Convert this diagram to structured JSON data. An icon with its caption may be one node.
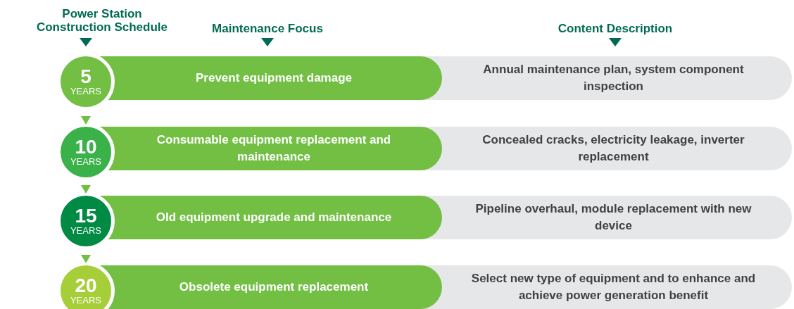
{
  "diagram": {
    "nodes": [
      {
        "text": [
          "5",
          "YEARS"
        ]
      },
      {
        "text": [
          "Prevent equipment damage"
        ]
      },
      {
        "text": [
          "Annual maintenance plan, system component inspection"
        ]
      },
      {
        "text": [
          "10",
          "YEARS"
        ]
      },
      {
        "text": [
          "Consumable equipment replacement and maintenance"
        ]
      },
      {
        "text": [
          "Concealed cracks, electricity leakage, inverter replacement"
        ]
      },
      {
        "text": [
          "15",
          "YEARS"
        ]
      },
      {
        "text": [
          "Old equipment upgrade and maintenance"
        ]
      },
      {
        "text": [
          "Pipeline overhaul, module replacement with new device"
        ]
      },
      {
        "text": [
          "20",
          "YEARS"
        ]
      },
      {
        "text": [
          "Obsolete equipment replacement"
        ]
      },
      {
        "text": [
          "Select new type of equipment and to enhance and achieve power generation benefit"
        ]
      }
    ],
    "edges": [
      {
        "from": 0,
        "to": 3,
        "arrow": "to"
      },
      {
        "from": 3,
        "to": 6,
        "arrow": "to"
      },
      {
        "from": 6,
        "to": 9,
        "arrow": "to"
      }
    ],
    "labels": [
      "Power Station Construction Schedule",
      "Maintenance Focus",
      "Content Description"
    ]
  }
}
